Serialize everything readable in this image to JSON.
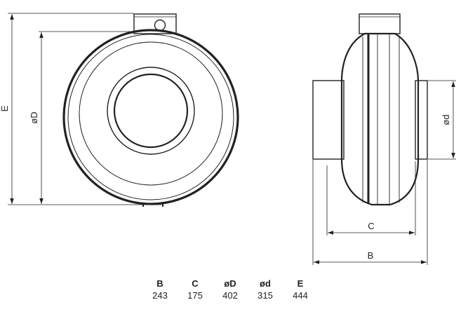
{
  "front_view": {
    "label_E": "E",
    "label_D": "øD"
  },
  "side_view": {
    "label_d": "ød",
    "label_C": "C",
    "label_B": "B"
  },
  "specs": {
    "headers": [
      "B",
      "C",
      "øD",
      "ød",
      "E"
    ],
    "values": [
      "243",
      "175",
      "402",
      "315",
      "444"
    ]
  }
}
